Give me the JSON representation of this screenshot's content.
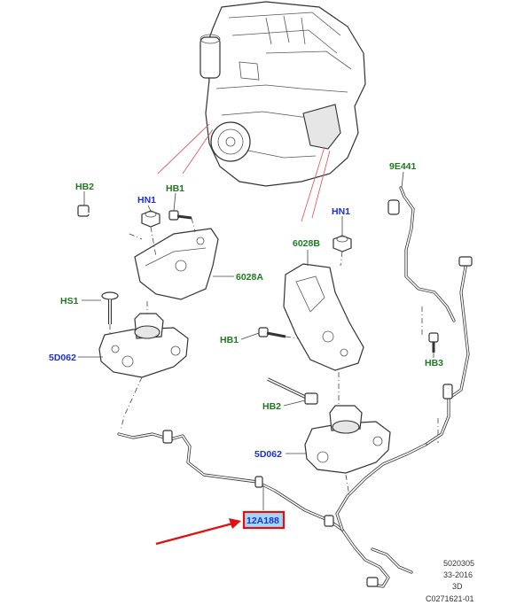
{
  "labels": {
    "hb2_top": "HB2",
    "hn1_left": "HN1",
    "hb1_top": "HB1",
    "bracket_6028a": "6028A",
    "hs1": "HS1",
    "mount_left": "5D062",
    "hn1_right": "HN1",
    "bracket_6028b": "6028B",
    "hb1_mid": "HB1",
    "hb2_bottom": "HB2",
    "mount_right": "5D062",
    "line_9e441": "9E441",
    "hb3": "HB3",
    "hose_12a188": "12A188"
  },
  "info_block": {
    "line1": "5020305",
    "line2": "33-2016",
    "line3": "3D",
    "line4": "C0271621-01"
  },
  "colors": {
    "part_green": "#1f7a1f",
    "part_blue": "#1e2fd6",
    "highlight_red": "#e01010",
    "highlight_fill": "#9fd7f5"
  }
}
